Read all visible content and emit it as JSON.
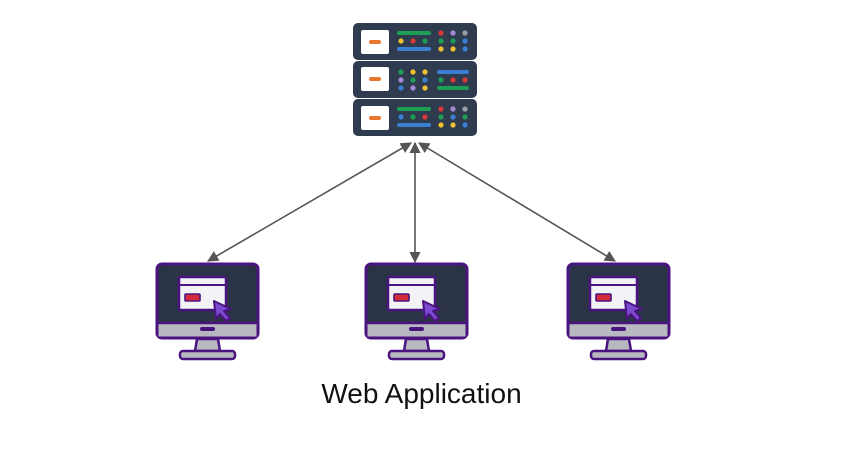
{
  "caption": "Web Application",
  "icons": {
    "server": "server-rack-icon",
    "client": "desktop-computer-icon",
    "cursor": "mouse-pointer-icon"
  },
  "colors": {
    "server_body": "#2f3b4f",
    "server_panel": "#ffffff",
    "server_indicator": "#e8762c",
    "led_green": "#1e9e55",
    "led_red": "#d83a3a",
    "led_yellow": "#f2c12e",
    "led_blue": "#3b7fd3",
    "led_purple": "#a58bd6",
    "led_gray": "#9aa0a6",
    "monitor_outline": "#4a1480",
    "monitor_screen": "#2b3447",
    "monitor_bezel": "#b8b8c0",
    "window_fill": "#f2f2f7",
    "window_button": "#d42a3a",
    "cursor_fill": "#7b4ad1",
    "arrow": "#555555"
  },
  "diagram": {
    "server_count": 1,
    "client_count": 3,
    "connections": "bidirectional"
  }
}
